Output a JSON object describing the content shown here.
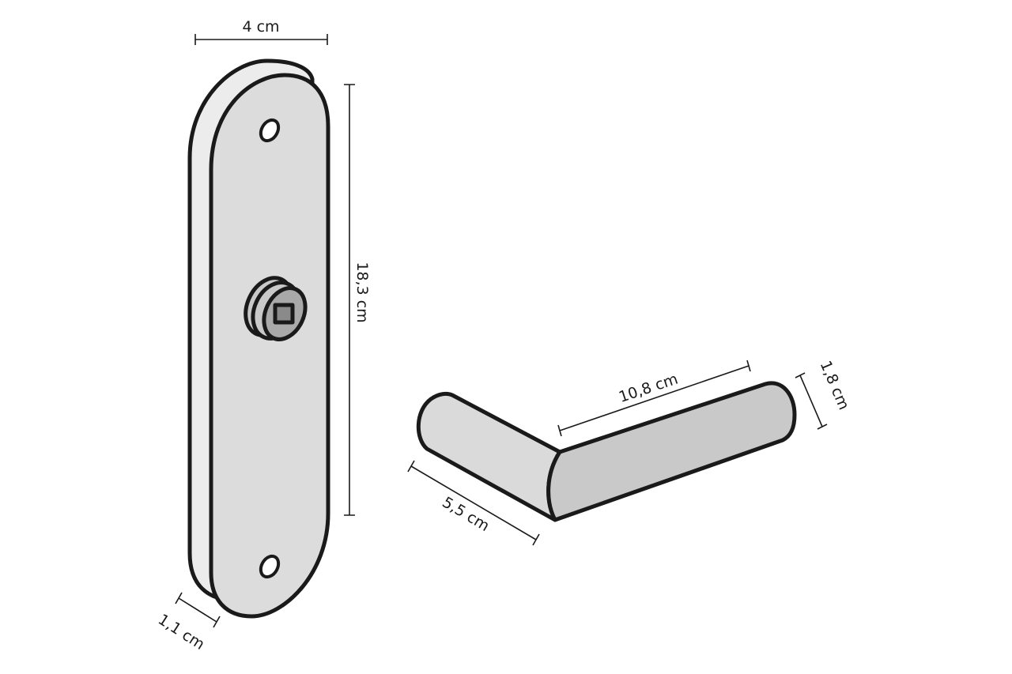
{
  "dimensions": {
    "plate_width": "4 cm",
    "plate_height": "18,3 cm",
    "plate_depth": "1,1 cm",
    "lever_length": "10,8 cm",
    "lever_thickness": "1,8 cm",
    "lever_projection": "5,5 cm"
  },
  "colors": {
    "outline": "#1a1a1a",
    "plate_front": "#dcdcdd",
    "plate_side": "#ececec",
    "lever_face": "#c9c9ca",
    "lever_top": "#dadadb"
  }
}
